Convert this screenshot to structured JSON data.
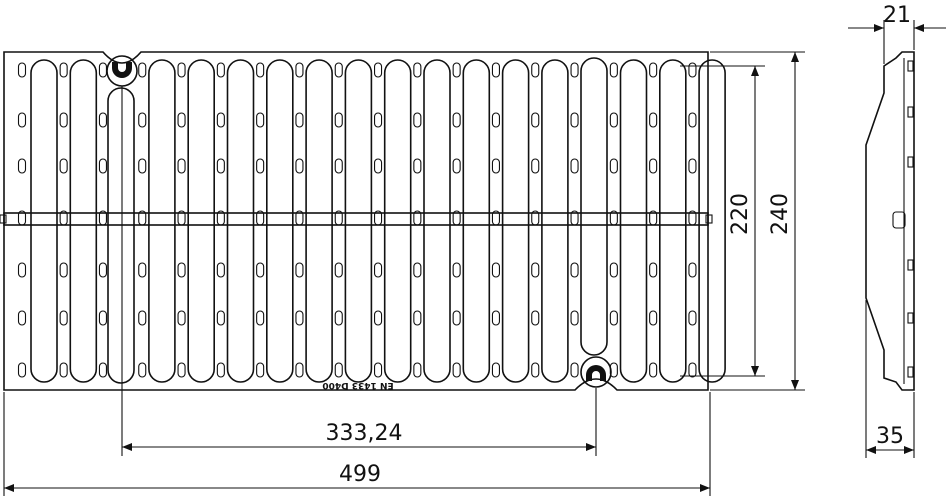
{
  "drawing": {
    "type": "technical-drawing",
    "subject": "cast iron drainage grating",
    "stroke_color": "#111111",
    "background": "#ffffff",
    "marking_text": "EN 1433 D400",
    "dimensions": {
      "length": "499",
      "slot_spacing": "333,24",
      "height_outer": "240",
      "height_inner": "220",
      "side_top": "21",
      "side_bottom": "35"
    }
  }
}
